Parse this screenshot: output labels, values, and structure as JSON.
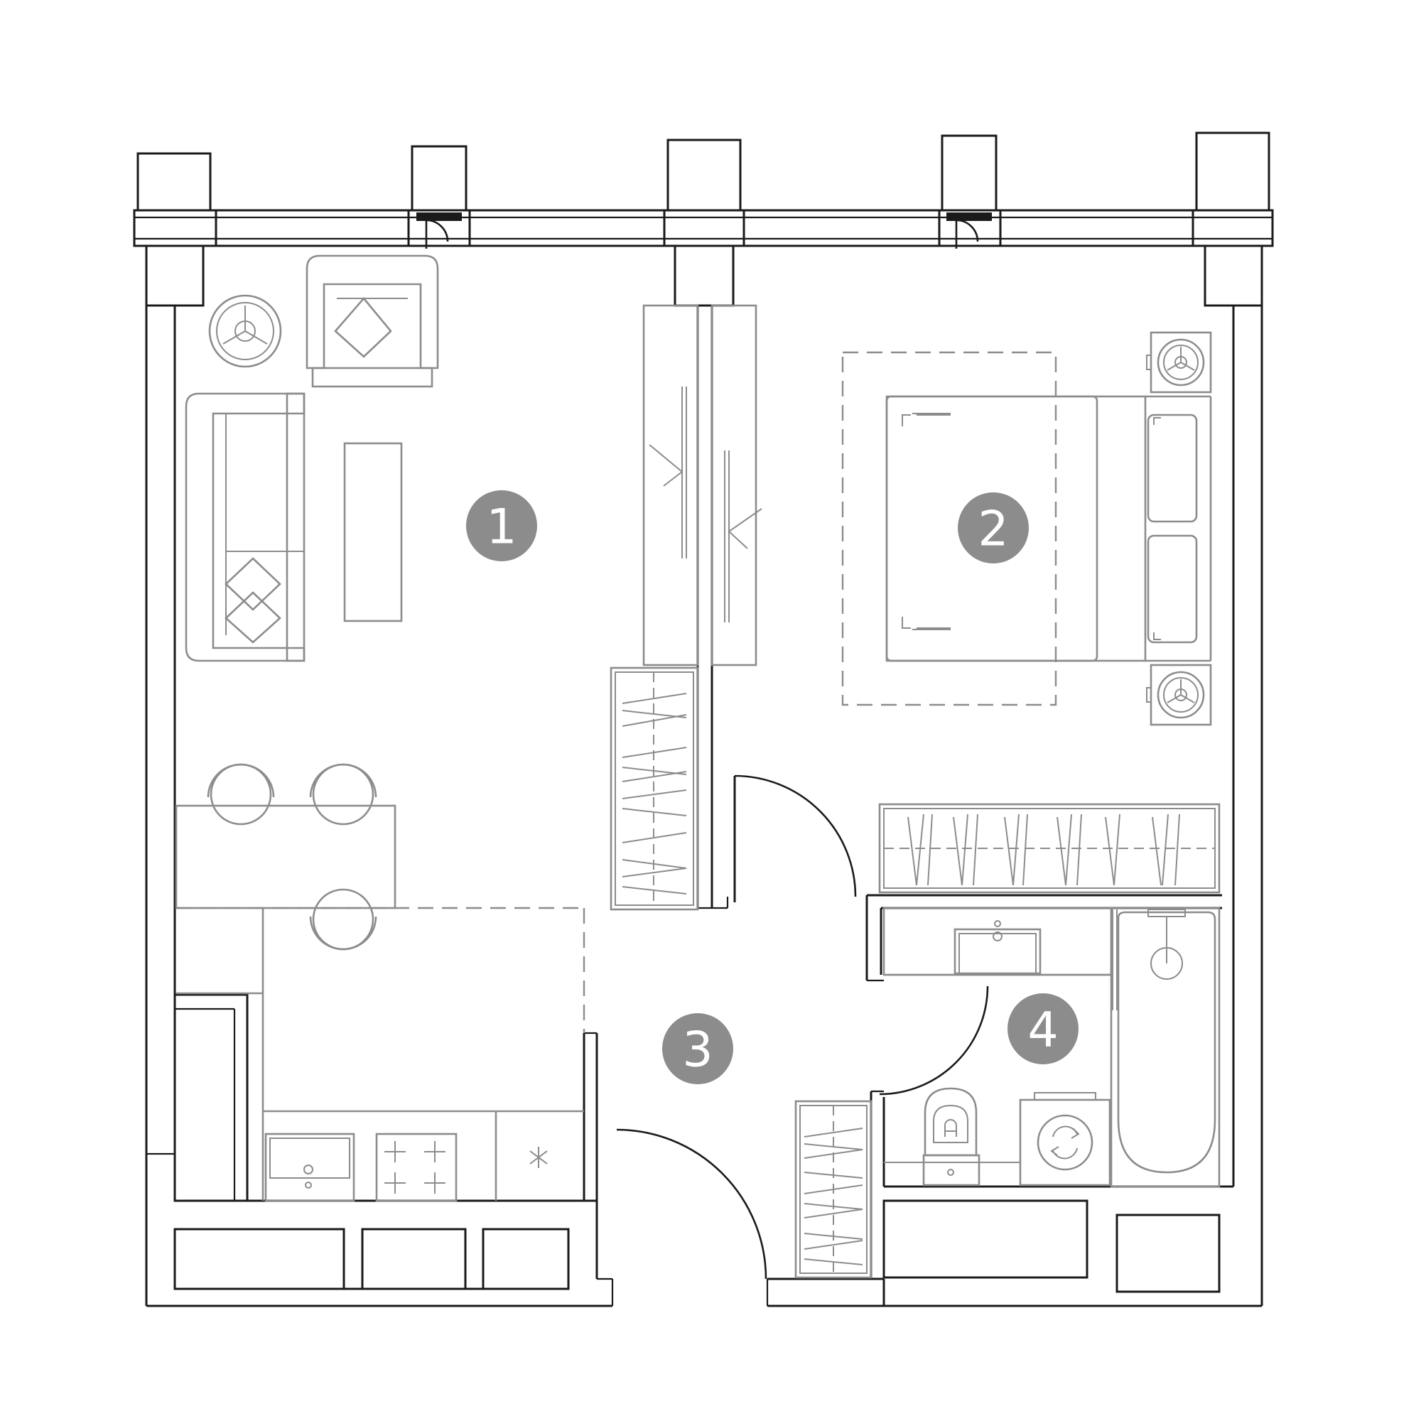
{
  "plan": {
    "badge_color": "#8c8c8c",
    "wall_color": "#1a1a1a",
    "furniture_color": "#8c8c8c",
    "rooms": [
      {
        "number": "1"
      },
      {
        "number": "2"
      },
      {
        "number": "3"
      },
      {
        "number": "4"
      }
    ],
    "icons": [
      "ceiling-fan-icon",
      "armchair-icon",
      "sofa-icon",
      "coffee-table-icon",
      "wardrobe-icon",
      "bed-icon",
      "dining-table-icon",
      "chair-icon",
      "sink-icon",
      "stove-icon",
      "bathtub-icon",
      "toilet-icon",
      "washing-machine-icon",
      "door-icon",
      "window-icon"
    ]
  }
}
